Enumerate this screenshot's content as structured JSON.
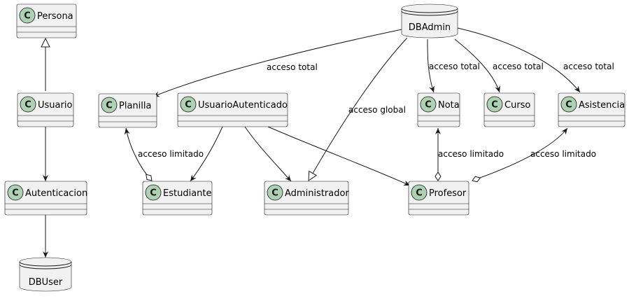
{
  "diagram": {
    "classes": {
      "persona": "Persona",
      "usuario": "Usuario",
      "autenticacion": "Autenticacion",
      "planilla": "Planilla",
      "usuario_autenticado": "UsuarioAutenticado",
      "estudiante": "Estudiante",
      "administrador": "Administrador",
      "nota": "Nota",
      "curso": "Curso",
      "asistencia": "Asistencia",
      "profesor": "Profesor"
    },
    "class_marker": "C",
    "databases": {
      "dbadmin": "DBAdmin",
      "dbuser": "DBUser"
    },
    "labels": {
      "admin_planilla": "acceso total",
      "admin_global": "acceso global",
      "admin_nota": "acceso total",
      "admin_curso": "acceso total",
      "admin_asistencia": "acceso total",
      "estudiante_planilla": "acceso limitado",
      "profesor_nota": "acceso limitado",
      "profesor_asistencia": "acceso limitado"
    },
    "colors": {
      "class_fill": "#f1f1f1",
      "class_circle": "#add1b2",
      "line": "#181818"
    }
  }
}
